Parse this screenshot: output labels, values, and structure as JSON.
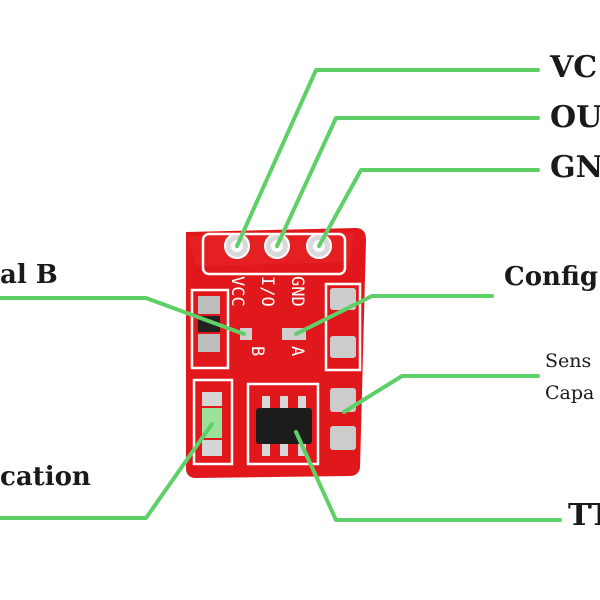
{
  "labels": {
    "vcc": "VC",
    "out": "OU",
    "gnd": "GN",
    "config": "Config",
    "sensor_line1": "Sens",
    "sensor_line2": "Capa",
    "ttp": "TT",
    "pad_b": "al B",
    "indication": "cation"
  },
  "pcb": {
    "silk_gnd": "GND",
    "silk_io": "I/O",
    "silk_vcc": "VCC",
    "silk_a": "A",
    "silk_b": "B"
  },
  "colors": {
    "board": "#e0181c",
    "leader_line": "#5fd068",
    "silkscreen": "#ffffff",
    "ic": "#1c1c1c"
  }
}
